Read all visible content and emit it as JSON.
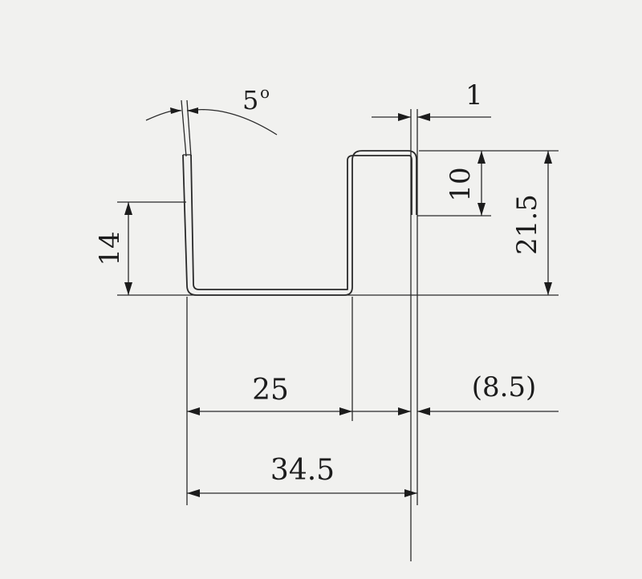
{
  "drawing": {
    "bend_angle": "5",
    "degree_symbol": "o",
    "thickness": "1",
    "top_flange": "10",
    "total_height": "21.5",
    "left_flange": "14",
    "inner_width": "25",
    "offset": "(8.5)",
    "total_width": "34.5"
  },
  "colors": {
    "line": "#2a2a2a",
    "paper": "#f1f1ef"
  }
}
